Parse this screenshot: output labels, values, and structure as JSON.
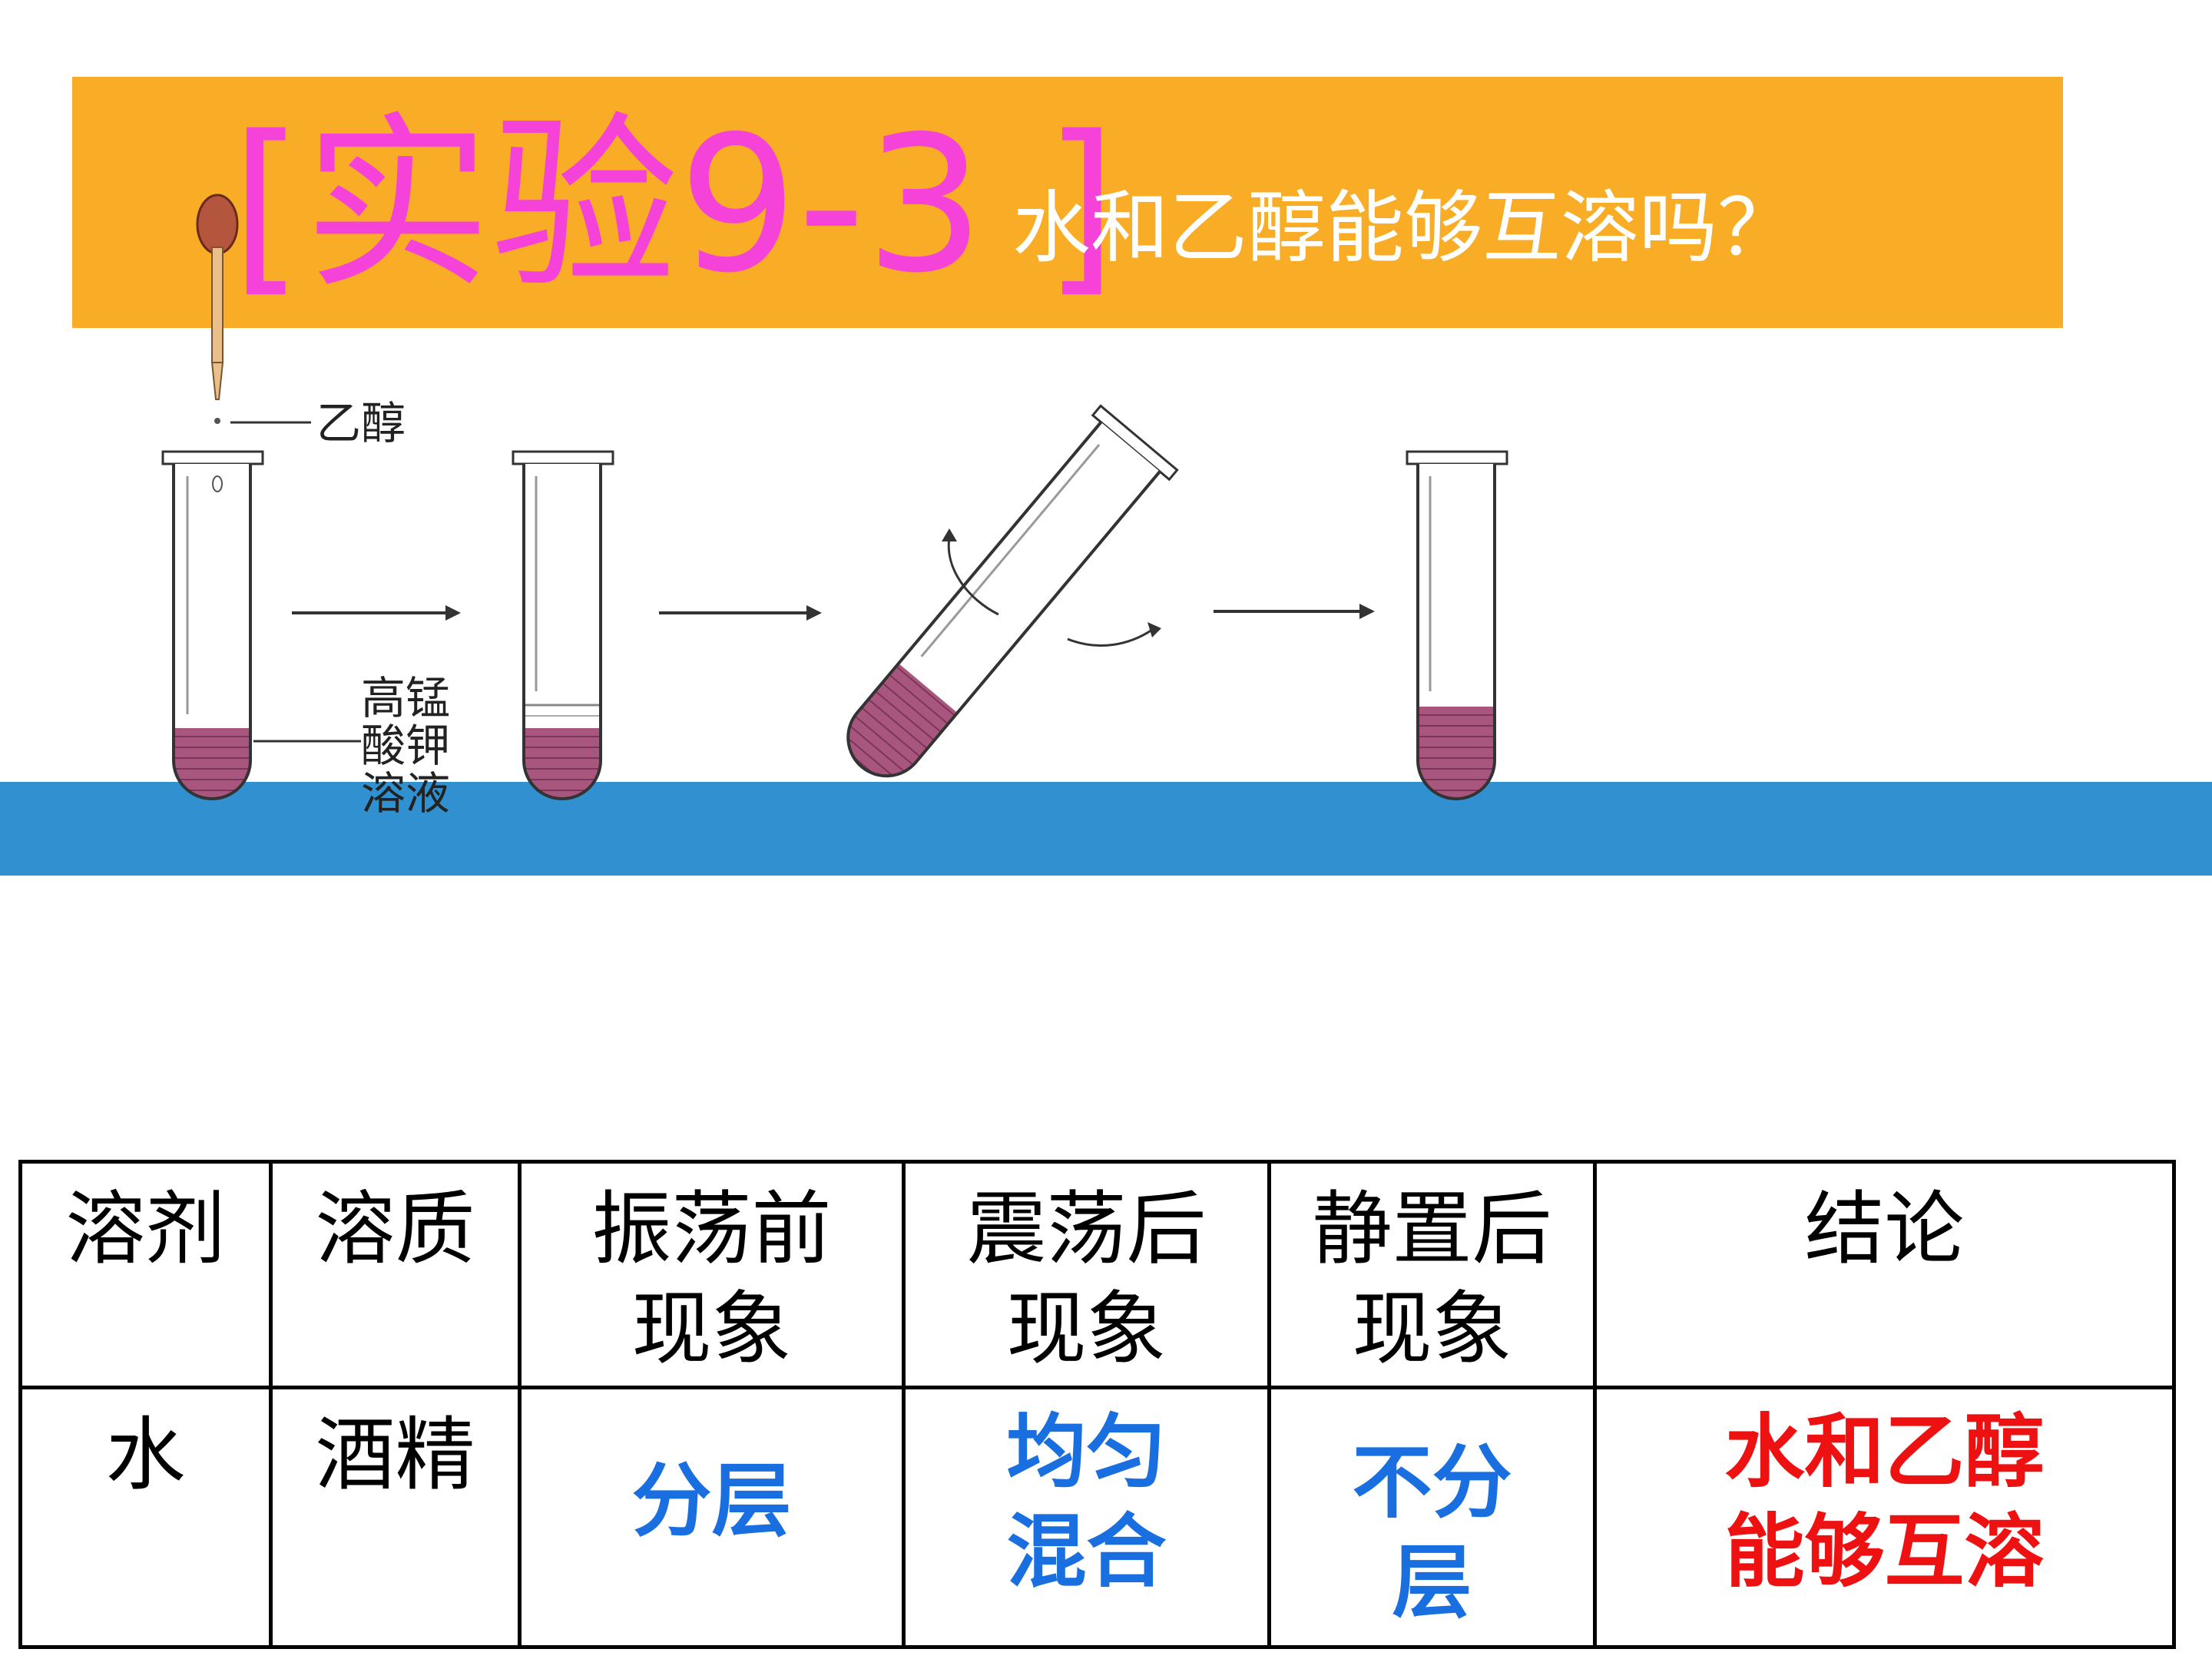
{
  "title": {
    "main": "[实验9-3 ]",
    "sub": "水和乙醇能够互溶吗？"
  },
  "diagram": {
    "label_ethanol": "乙醇",
    "label_solution": [
      "高锰",
      "酸钾",
      "溶液"
    ]
  },
  "table": {
    "headers": [
      {
        "line1": "溶剂",
        "line2": ""
      },
      {
        "line1": "溶质",
        "line2": ""
      },
      {
        "line1": "振荡前",
        "line2": "现象"
      },
      {
        "line1": "震荡后",
        "line2": "现象"
      },
      {
        "line1": "静置后",
        "line2": "现象"
      },
      {
        "line1": "结论",
        "line2": ""
      }
    ],
    "row": {
      "solvent": "水",
      "solute": "酒精",
      "before": "分层",
      "after_shake_1": "均匀",
      "after_shake_2": "混合",
      "after_rest_1": "不分",
      "after_rest_2": "层",
      "conclusion_1": "水和乙醇",
      "conclusion_2": "能够互溶"
    }
  },
  "colors": {
    "title_band": "#f9ad26",
    "title_main": "#f542d8",
    "blue_band": "#3190cf",
    "liquid": "#a8567e",
    "answer_blue": "#1a6fe0",
    "answer_red": "#ee1111"
  }
}
